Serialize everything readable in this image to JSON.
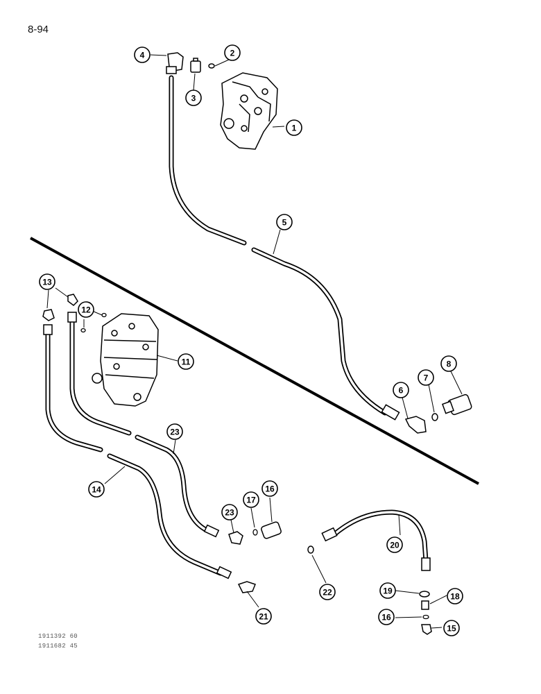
{
  "page_number": "8-94",
  "reference_codes": [
    "1911392 60",
    "1911682 45"
  ],
  "callouts": [
    "1",
    "2",
    "3",
    "4",
    "5",
    "6",
    "7",
    "8",
    "11",
    "12",
    "13",
    "23",
    "14",
    "16",
    "17",
    "23",
    "20",
    "21",
    "22",
    "19",
    "18",
    "16",
    "15"
  ]
}
